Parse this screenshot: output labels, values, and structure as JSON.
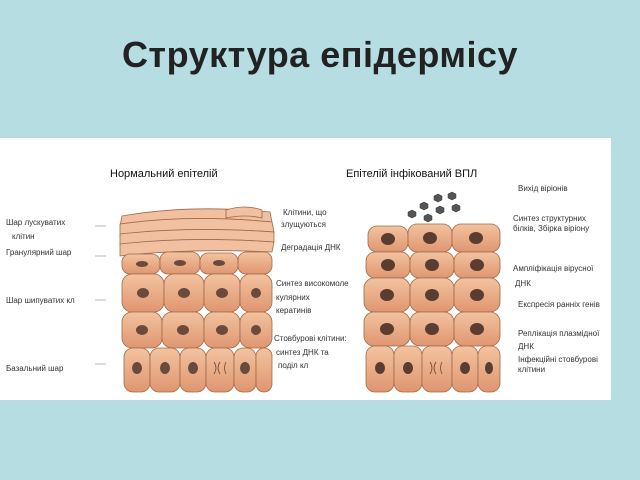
{
  "title": "Структура епідермісу",
  "headers": {
    "normal": "Нормальний епітелій",
    "infected": "Епітелій інфікований ВПЛ"
  },
  "left_labels": {
    "scaly": "Шар лускуватих",
    "scaly_2": "клітин",
    "granular": "Гранулярний  шар",
    "spinous": "Шар шипуватих кл",
    "basal": "Базальний шар"
  },
  "middle_labels": {
    "peeling_1": "Клітини, що",
    "peeling_2": "злущуються",
    "dna_degradation": "Деградація ДНК",
    "synthesis_1": "Синтез високомоле",
    "synthesis_2": "кулярних",
    "synthesis_3": "кератинів",
    "stem_1": "Стовбурові клітини:",
    "stem_2": "синтез ДНК та",
    "stem_3": "поділ кл"
  },
  "right_labels": {
    "virion_exit": "Вихід віріонів",
    "structural_1": "Синтез структурних",
    "structural_2": "білків, Збірка віріону",
    "amplification_1": "Ампліфікація вірусної",
    "amplification_2": "ДНК",
    "early_genes": "Експресія ранніх генів",
    "replication_1": "Реплікація  плазмідної",
    "replication_2": "ДНК",
    "infected_stem_1": "Інфекційні стовбурові",
    "infected_stem_2": "клітини"
  },
  "colors": {
    "background": "#b5dde2",
    "panel": "#ffffff",
    "cell_fill": "#e8a27a",
    "cell_stroke": "#8a5a3c",
    "nucleus": "#6a4a3c",
    "virion": "#555555"
  }
}
